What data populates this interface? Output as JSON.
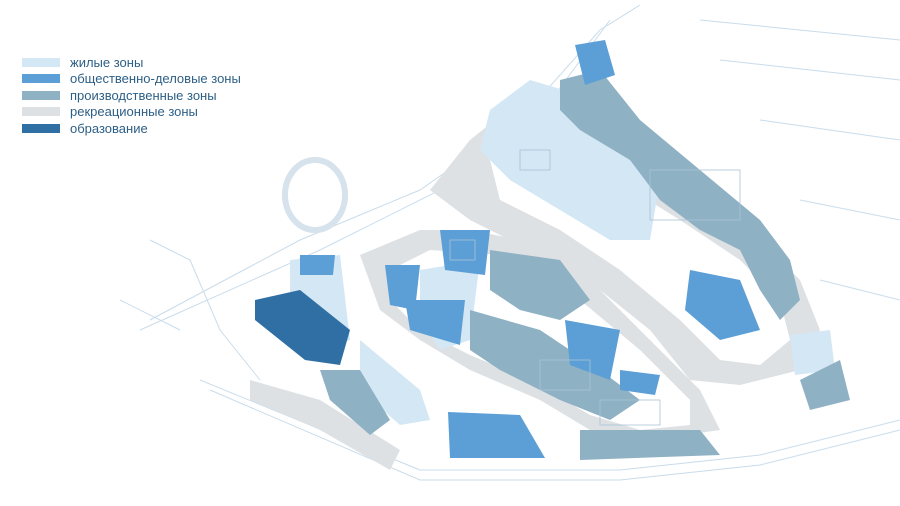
{
  "legend": [
    {
      "label": "жилые зоны",
      "color": "#d3e7f5"
    },
    {
      "label": "общественно-деловые зоны",
      "color": "#5b9fd6"
    },
    {
      "label": "производственные зоны",
      "color": "#8fb1c4"
    },
    {
      "label": "рекреационные зоны",
      "color": "#dde1e4"
    },
    {
      "label": "образование",
      "color": "#2f6fa3"
    }
  ]
}
